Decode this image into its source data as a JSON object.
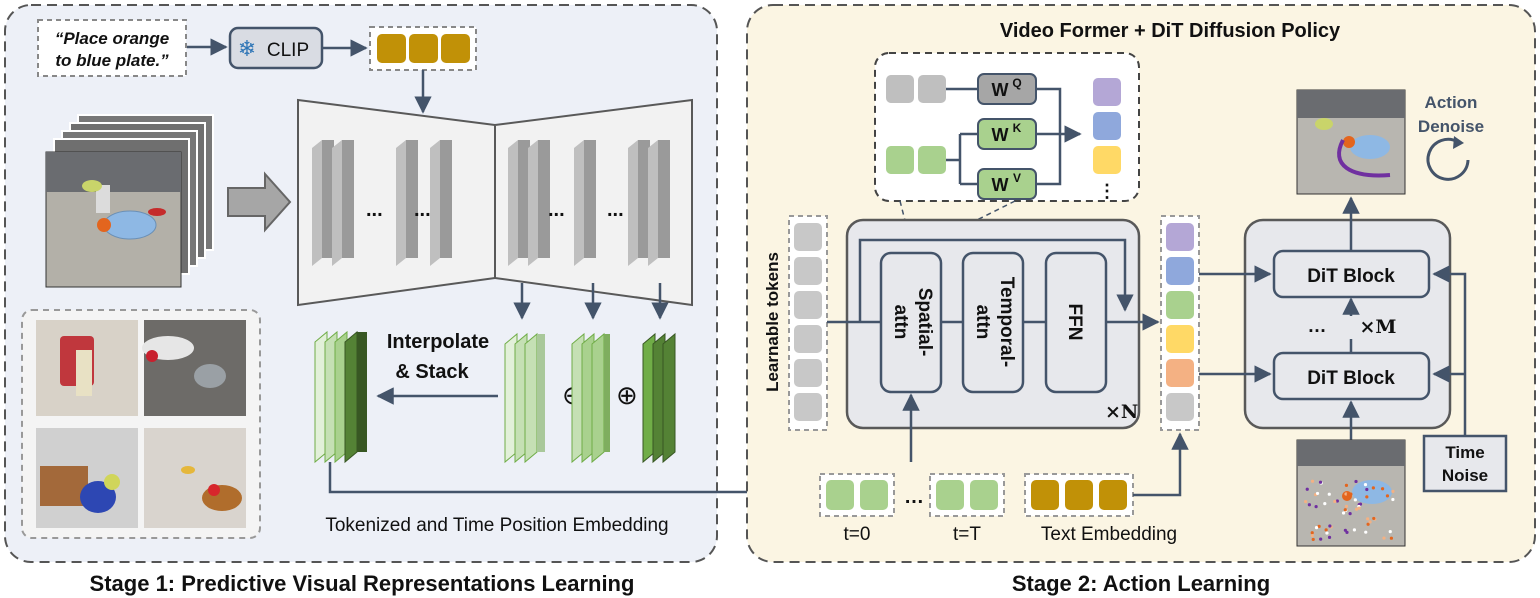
{
  "stage1": {
    "caption": "Stage 1: Predictive Visual Representations Learning",
    "instruction_line1": "“Place orange",
    "instruction_line2": "to blue plate.”",
    "clip_label": "CLIP",
    "dots": "...",
    "interpolate_line1": "Interpolate",
    "interpolate_line2": "& Stack",
    "plus": "⊕",
    "tokenized_label": "Tokenized and Time Position Embedding"
  },
  "stage2": {
    "caption": "Stage 2: Action Learning",
    "title": "Video Former + DiT Diffusion Policy",
    "wq": "W",
    "wq_sup": "Q",
    "wk": "W",
    "wk_sup": "K",
    "wv": "W",
    "wv_sup": "V",
    "attn_dots": "⋮",
    "learnable_tokens": "Learnable tokens",
    "spatial_line1": "Spatial-",
    "spatial_line2": "attn",
    "temporal_line1": "Temporal-",
    "temporal_line2": "attn",
    "ffn": "FFN",
    "times_n": "×N",
    "t0": "t=0",
    "tT": "t=T",
    "ellipsis": "…",
    "text_embedding": "Text Embedding",
    "dit_block_top": "DiT Block",
    "dit_block_bottom": "DiT Block",
    "dit_dots": "…",
    "times_m": "×M",
    "action_denoise_line1": "Action",
    "action_denoise_line2": "Denoise",
    "time_noise_line1": "Time",
    "time_noise_line2": "Noise"
  },
  "colors": {
    "panel1_bg": "#edf0f7",
    "panel2_bg": "#fbf5e3",
    "text_token": "#c19107",
    "arrow": "#44546a",
    "green_light": "#c5e0b4",
    "green_mid": "#a9d18e",
    "green_dark": "#548235",
    "token_grey": "#c8c8c8",
    "token_purple": "#b4a7d6",
    "token_blue": "#8fa8dc",
    "token_green": "#a9d18e",
    "token_yellow": "#ffd966",
    "token_orange": "#f4b183"
  }
}
